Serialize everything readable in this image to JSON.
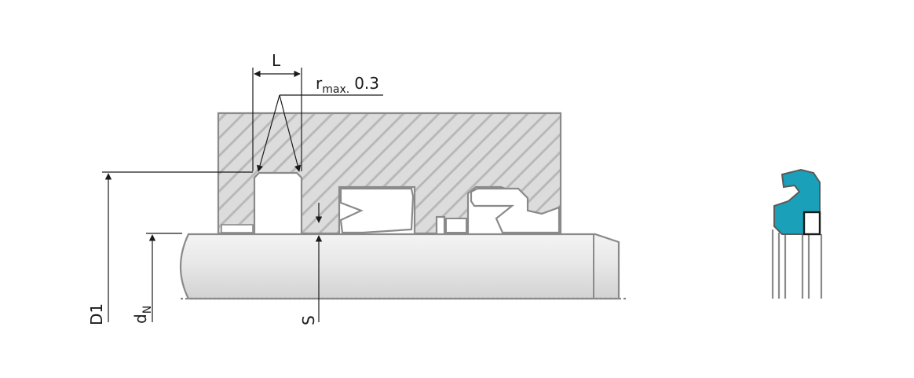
{
  "labels": {
    "L": "L",
    "r_main": "r",
    "r_sub": "max.",
    "r_value": "0.3",
    "D1": "D1",
    "dN_main": "d",
    "dN_sub": "N",
    "S": "S"
  },
  "colors": {
    "seal_profile": "#1aa0b8",
    "housing_hatch": "#b9b9b9",
    "rod_fill": "#e3e3e3",
    "outline": "#8a8a8a",
    "dimension_lines": "#1a1a1a"
  }
}
